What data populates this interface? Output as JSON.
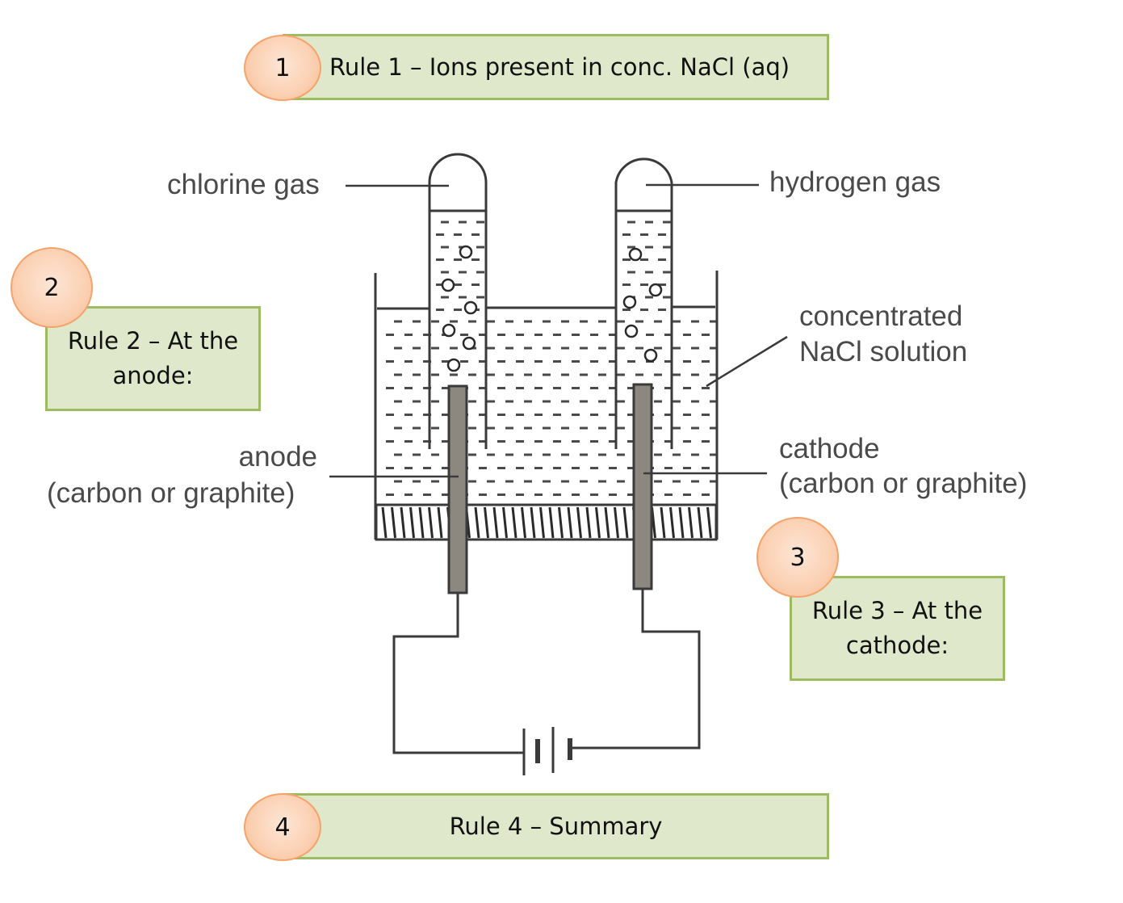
{
  "rules": [
    {
      "number": "1",
      "title": "Rule 1 – Ions present in conc. NaCl (aq)"
    },
    {
      "number": "2",
      "title_line1": "Rule 2 – At the",
      "title_line2": "anode:"
    },
    {
      "number": "3",
      "title_line1": "Rule 3 – At the",
      "title_line2": "cathode:"
    },
    {
      "number": "4",
      "title": "Rule 4 – Summary"
    }
  ],
  "diagram_labels": {
    "chlorine_gas": "chlorine gas",
    "hydrogen_gas": "hydrogen gas",
    "solution_line1": "concentrated",
    "solution_line2": "NaCl solution",
    "anode_line1": "anode",
    "anode_line2": "(carbon or graphite)",
    "cathode_line1": "cathode",
    "cathode_line2": "(carbon or graphite)"
  },
  "colors": {
    "box_fill": "#dfe8cb",
    "box_border": "#9dbb61",
    "badge_fill": "#fbd0b2",
    "badge_border": "#f4a36a",
    "electrode": "#8c8880",
    "line": "#3a3a3a"
  }
}
